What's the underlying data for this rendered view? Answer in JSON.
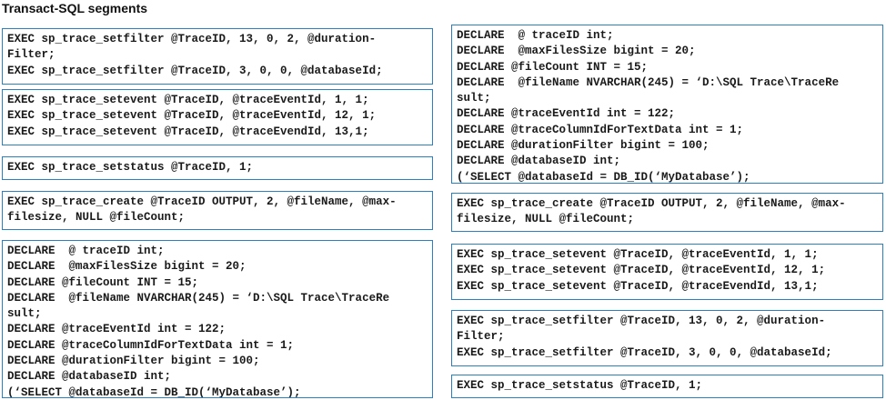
{
  "heading": "Transact-SQL segments",
  "left_segments": [
    {
      "lines": [
        "EXEC sp_trace_setfilter @TraceID, 13, 0, 2, @duration-",
        "Filter;",
        "EXEC sp_trace_setfilter @TraceID, 3, 0, 0, @databaseId;"
      ]
    },
    {
      "lines": [
        "EXEC sp_trace_setevent @TraceID, @traceEventId, 1, 1;",
        "EXEC sp_trace_setevent @TraceID, @traceEventId, 12, 1;",
        "EXEC sp_trace_setevent @TraceID, @traceEvendId, 13,1;"
      ]
    },
    {
      "lines": [
        "EXEC sp_trace_setstatus @TraceID, 1;"
      ]
    },
    {
      "lines": [
        "EXEC sp_trace_create @TraceID OUTPUT, 2, @fileName, @max-",
        "filesize, NULL @fileCount;"
      ]
    },
    {
      "lines": [
        "DECLARE  @ traceID int;",
        "DECLARE  @maxFilesSize bigint = 20;",
        "DECLARE @fileCount INT = 15;",
        "DECLARE  @fileName NVARCHAR(245) = ‘D:\\SQL Trace\\TraceRe",
        "sult;",
        "DECLARE @traceEventId int = 122;",
        "DECLARE @traceColumnIdForTextData int = 1;",
        "DECLARE @durationFilter bigint = 100;",
        "DECLARE @databaseID int;",
        "(‘SELECT @databaseId = DB_ID(‘MyDatabase’);"
      ]
    }
  ],
  "right_segments": [
    {
      "lines": [
        "DECLARE  @ traceID int;",
        "DECLARE  @maxFilesSize bigint = 20;",
        "DECLARE @fileCount INT = 15;",
        "DECLARE  @fileName NVARCHAR(245) = ‘D:\\SQL Trace\\TraceRe",
        "sult;",
        "DECLARE @traceEventId int = 122;",
        "DECLARE @traceColumnIdForTextData int = 1;",
        "DECLARE @durationFilter bigint = 100;",
        "DECLARE @databaseID int;",
        "(‘SELECT @databaseId = DB_ID(‘MyDatabase’);"
      ]
    },
    {
      "lines": [
        "EXEC sp_trace_create @TraceID OUTPUT, 2, @fileName, @max-",
        "filesize, NULL @fileCount;"
      ]
    },
    {
      "lines": [
        "EXEC sp_trace_setevent @TraceID, @traceEventId, 1, 1;",
        "EXEC sp_trace_setevent @TraceID, @traceEventId, 12, 1;",
        "EXEC sp_trace_setevent @TraceID, @traceEvendId, 13,1;"
      ]
    },
    {
      "lines": [
        "EXEC sp_trace_setfilter @TraceID, 13, 0, 2, @duration-",
        "Filter;",
        "EXEC sp_trace_setfilter @TraceID, 3, 0, 0, @databaseId;"
      ]
    },
    {
      "lines": [
        "EXEC sp_trace_setstatus @TraceID, 1;"
      ]
    }
  ]
}
